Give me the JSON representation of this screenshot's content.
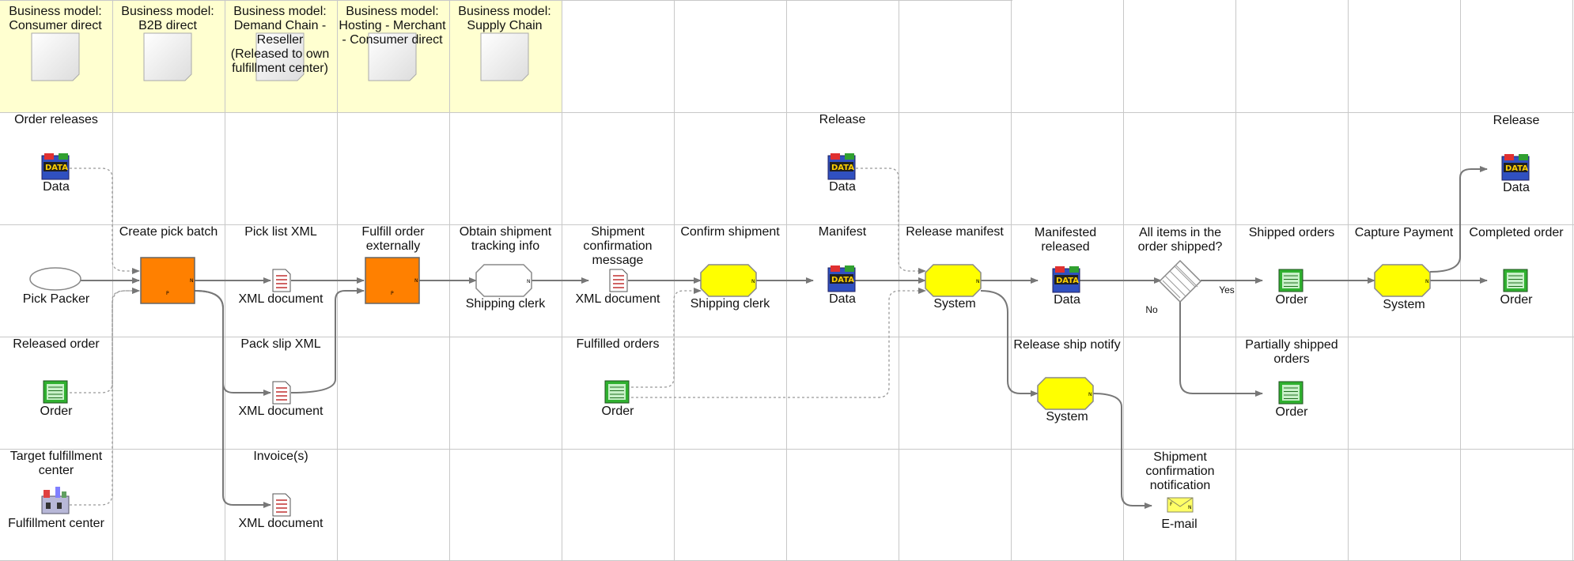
{
  "header_cells": [
    {
      "id": "hdr-consumer-direct",
      "text": "Business model: Consumer direct"
    },
    {
      "id": "hdr-b2b-direct",
      "text": "Business model: B2B direct"
    },
    {
      "id": "hdr-demand-chain",
      "text": "Business model: Demand Chain - Reseller (Released to own fulfillment center)"
    },
    {
      "id": "hdr-hosting",
      "text": "Business model: Hosting - Merchant - Consumer direct"
    },
    {
      "id": "hdr-supply-chain",
      "text": "Business model: Supply Chain"
    }
  ],
  "titles": {
    "order_releases": "Order releases",
    "release_1": "Release",
    "release_2": "Release",
    "create_pick_batch": "Create pick batch",
    "pick_list_xml": "Pick list XML",
    "fulfill_order": "Fulfill order externally",
    "obtain_tracking": "Obtain shipment tracking info",
    "shipment_conf_msg": "Shipment confirmation message",
    "confirm_shipment": "Confirm shipment",
    "manifest": "Manifest",
    "release_manifest": "Release manifest",
    "manifested_released": "Manifested released",
    "all_items": "All items in the order shipped?",
    "shipped_orders": "Shipped orders",
    "capture_payment": "Capture Payment",
    "completed_order": "Completed order",
    "released_order": "Released order",
    "pack_slip_xml": "Pack slip XML",
    "fulfilled_orders": "Fulfilled orders",
    "release_ship_notify": "Release ship notify",
    "partially_shipped": "Partially shipped orders",
    "target_fulfillment": "Target fulfillment center",
    "invoices": "Invoice(s)",
    "shipment_conf_notification": "Shipment confirmation notification"
  },
  "captions": {
    "data_1": "Data",
    "data_2": "Data",
    "data_3": "Data",
    "data_4": "Data",
    "data_5": "Data",
    "pick_packer": "Pick Packer",
    "xml_pick_list": "XML document",
    "shipping_clerk_1": "Shipping clerk",
    "xml_conf_msg": "XML document",
    "shipping_clerk_2": "Shipping clerk",
    "system_release_manifest": "System",
    "order_shipped": "Order",
    "system_capture": "System",
    "order_completed": "Order",
    "order_released": "Order",
    "xml_pack_slip": "XML document",
    "order_fulfilled": "Order",
    "system_ship_notify": "System",
    "order_partial": "Order",
    "fulfillment_center": "Fulfillment center",
    "xml_invoices": "XML document",
    "email": "E-mail"
  },
  "gateway_labels": {
    "yes": "Yes",
    "no": "No"
  },
  "colors": {
    "grid": "#c8c8c8",
    "header_fill": "#ffffd0",
    "pick_packer_fill": "#fff",
    "activity_orange": "#ff8000",
    "task_yellow": "#ffff00",
    "task_white": "#ffffff",
    "connector": "#777777"
  }
}
